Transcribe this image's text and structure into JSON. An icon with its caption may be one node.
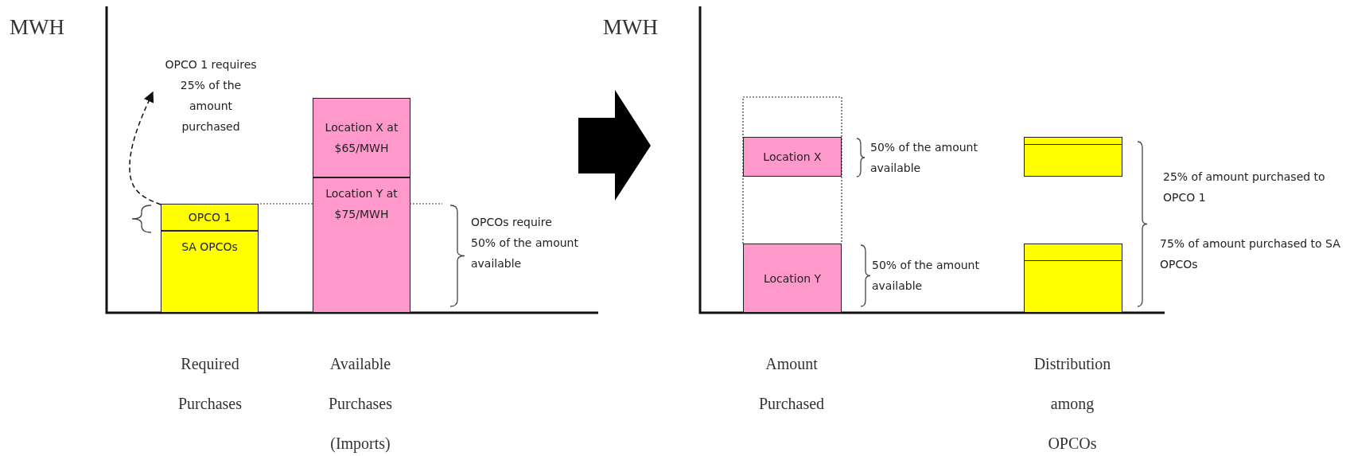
{
  "diagram": {
    "nodes": [
      {
        "text": [
          "OPCO 1 requires 25% of the amount purchased"
        ]
      },
      {
        "text": [
          "Location X at $65/MWH"
        ]
      },
      {
        "text": [
          "OPCO 1"
        ]
      },
      {
        "text": [
          "SA OPCOs"
        ]
      },
      {
        "text": [
          "Location Y at $75/MWH"
        ]
      },
      {
        "text": [
          "Location X"
        ]
      },
      {
        "text": [],
        "shape": "box"
      },
      {
        "text": [
          "Location Y"
        ]
      },
      {
        "text": [],
        "shape": "box"
      }
    ],
    "edges": [
      {
        "from": 2,
        "to": 0,
        "arrow": "to",
        "style": "dashed"
      }
    ],
    "labels": [
      "MWH",
      "OPCOs require 50% of the amount available",
      "MWH",
      "50% of the amount available",
      "25% of amount purchased to OPCO 1",
      "50% of the amount available",
      "75% of amount purchased to SA OPCOs",
      "Required Purchases",
      "Available Purchases (Imports)",
      "Amount Purchased",
      "Distribution among OPCOs"
    ]
  }
}
